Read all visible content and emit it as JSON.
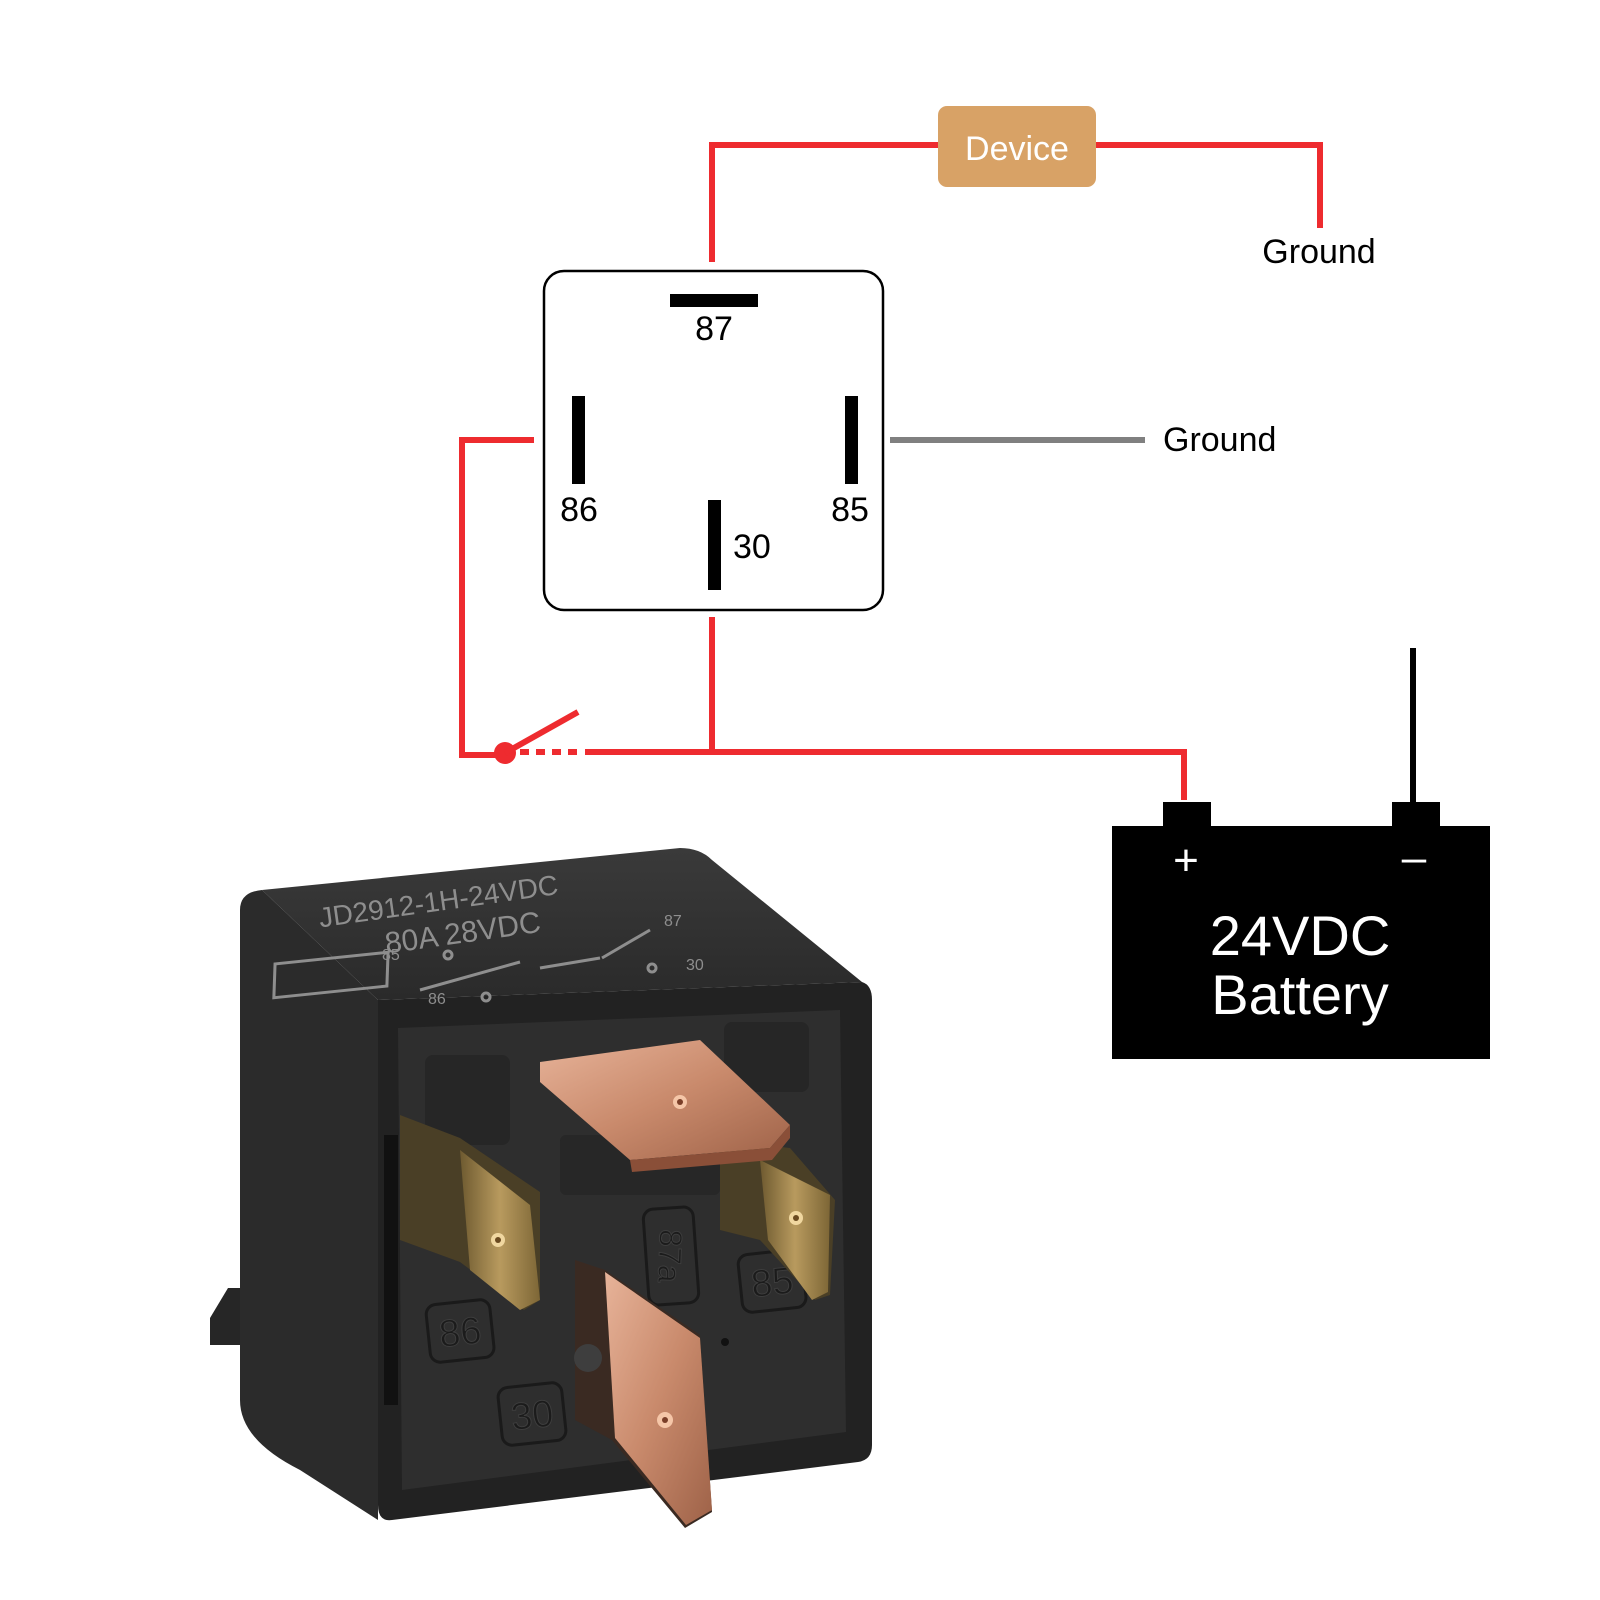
{
  "wiring": {
    "device_label": "Device",
    "ground_top_label": "Ground",
    "ground_right_label": "Ground",
    "pin_87": "87",
    "pin_86": "86",
    "pin_85": "85",
    "pin_30": "30",
    "battery_plus": "+",
    "battery_minus": "–",
    "battery_line1": "24VDC",
    "battery_line2": "Battery"
  },
  "relay_photo": {
    "model_line1": "JD2912-1H-24VDC",
    "model_line2": "80A 28VDC",
    "schematic_85": "85",
    "schematic_86": "86",
    "schematic_87": "87",
    "schematic_30": "30",
    "terminal_86": "86",
    "terminal_87a": "87a",
    "terminal_85": "85",
    "terminal_30": "30"
  },
  "colors": {
    "wire_power": "#ee2b2f",
    "wire_ground": "#808080",
    "device_fill": "#d8a266",
    "battery_fill": "#000000",
    "relay_body": "#2f2f2f",
    "copper": "#c98a6c",
    "brass": "#a98b52"
  }
}
